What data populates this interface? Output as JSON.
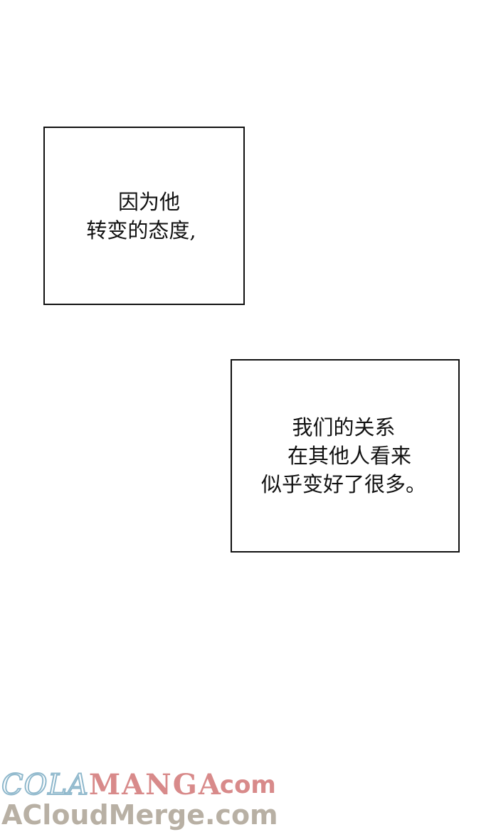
{
  "captions": [
    {
      "lines": [
        "因为他",
        "转变的态度,"
      ]
    },
    {
      "lines": [
        "我们的关系",
        "在其他人看来",
        "似乎变好了很多。"
      ]
    }
  ],
  "watermark": {
    "brand_part1": "COLA",
    "brand_part2": "MANGA",
    "brand_suffix": ".com",
    "secondary": "ACloudMerge.com",
    "colors": {
      "cola_outline": "#8fb8cc",
      "manga": "#d88a8a",
      "secondary": "#b8b0a4"
    }
  },
  "colors": {
    "background": "#ffffff",
    "border": "#111111",
    "text": "#111111"
  }
}
